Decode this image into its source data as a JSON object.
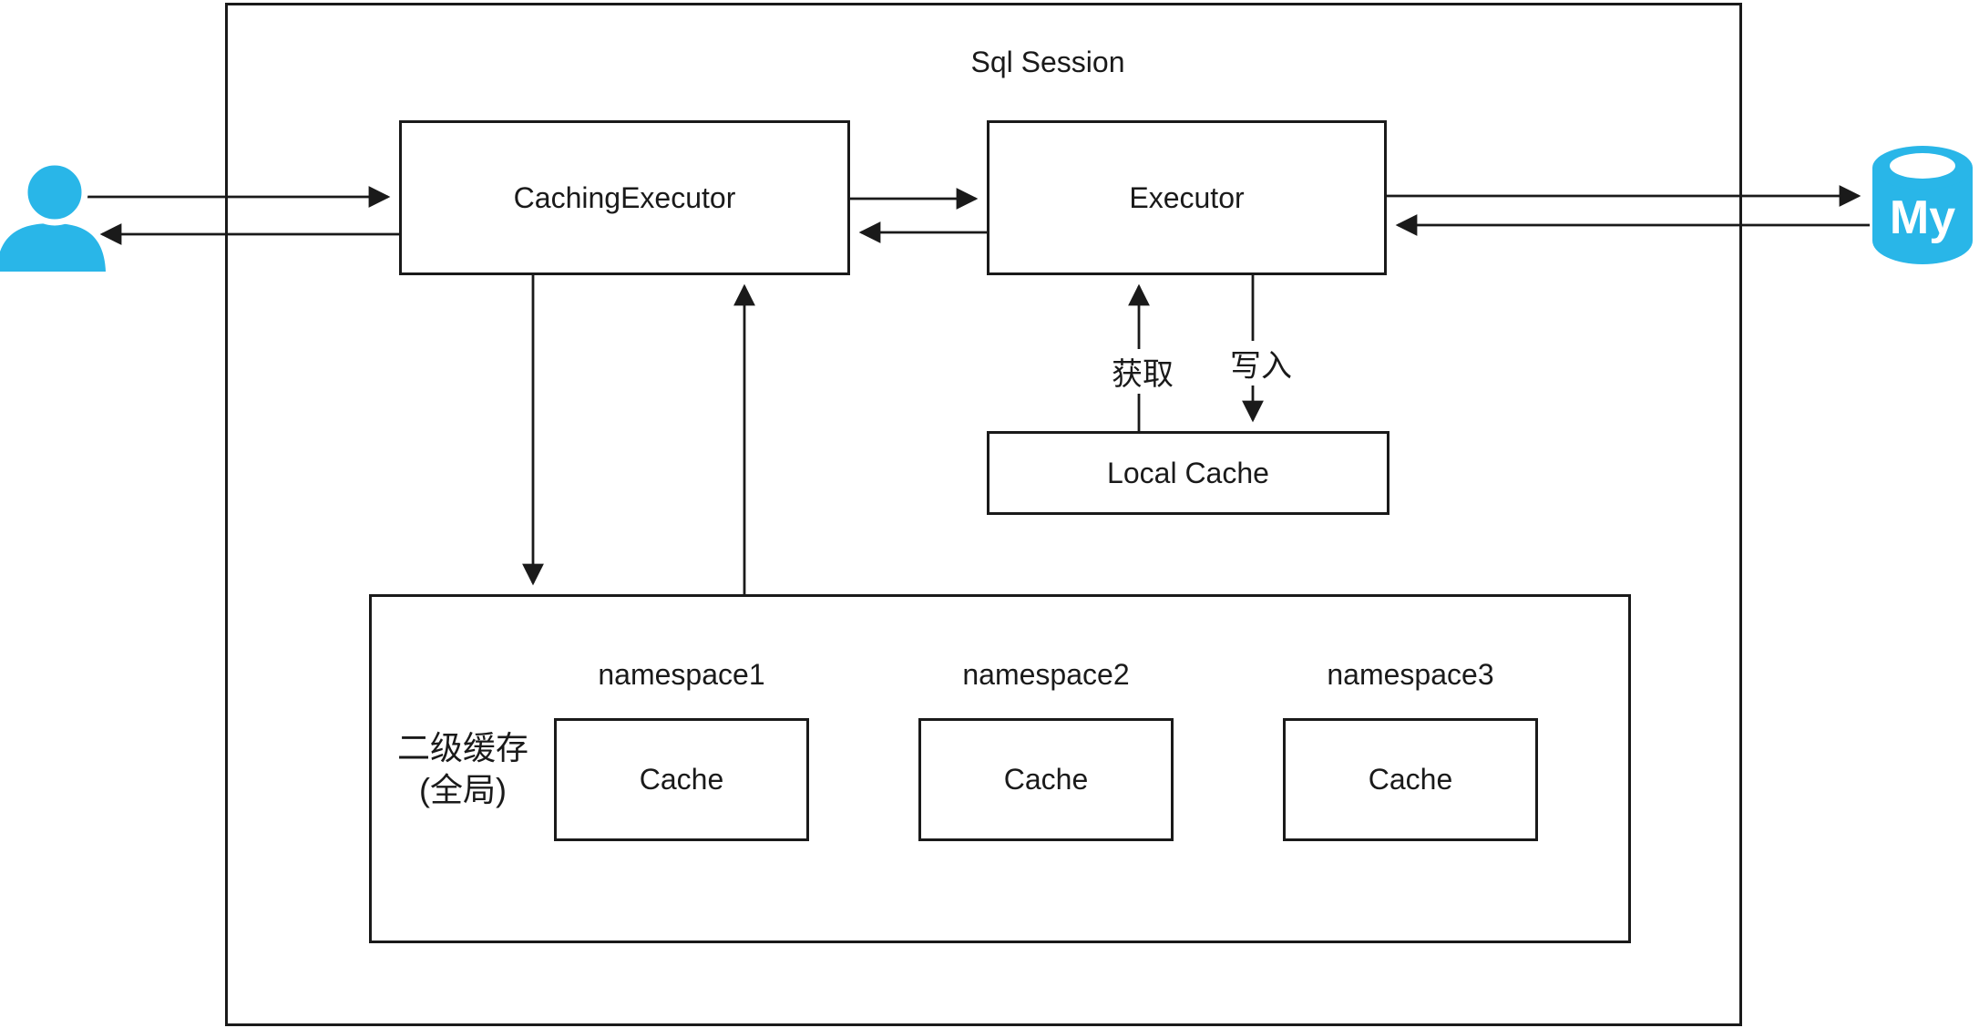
{
  "diagram": {
    "title": "Sql Session",
    "nodes": {
      "caching_executor": {
        "label": "CachingExecutor"
      },
      "executor": {
        "label": "Executor"
      },
      "local_cache": {
        "label": "Local Cache"
      },
      "second_level_cache": {
        "label_line1": "二级缓存",
        "label_line2": "(全局)",
        "namespaces": [
          {
            "name": "namespace1",
            "cache_label": "Cache"
          },
          {
            "name": "namespace2",
            "cache_label": "Cache"
          },
          {
            "name": "namespace3",
            "cache_label": "Cache"
          }
        ]
      }
    },
    "arrow_labels": {
      "get": "获取",
      "write": "写入"
    },
    "icons": {
      "user_icon": "user-silhouette",
      "database_icon": "mysql-cylinder",
      "database_text": "My"
    },
    "colors": {
      "accent_cyan": "#29B6E8",
      "line": "#1A1A1A",
      "background": "#FFFFFF"
    }
  }
}
